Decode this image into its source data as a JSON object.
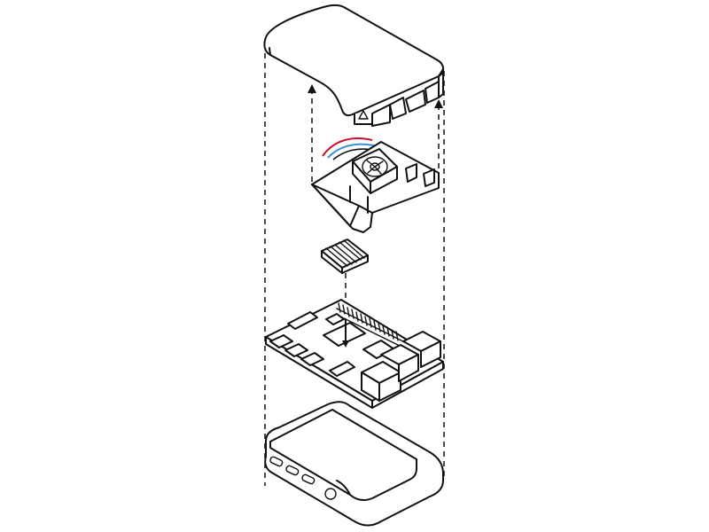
{
  "colors": {
    "outline": "#111111",
    "background": "#ffffff",
    "wire_red": "#c8102e",
    "wire_blue": "#3a8fd6"
  },
  "components": [
    {
      "id": "case-lid",
      "icon": "case-lid-icon"
    },
    {
      "id": "fan-assembly",
      "icon": "fan-icon"
    },
    {
      "id": "heatsink",
      "icon": "heatsink-icon"
    },
    {
      "id": "circuit-board",
      "icon": "board-icon"
    },
    {
      "id": "case-base",
      "icon": "case-base-icon"
    }
  ]
}
